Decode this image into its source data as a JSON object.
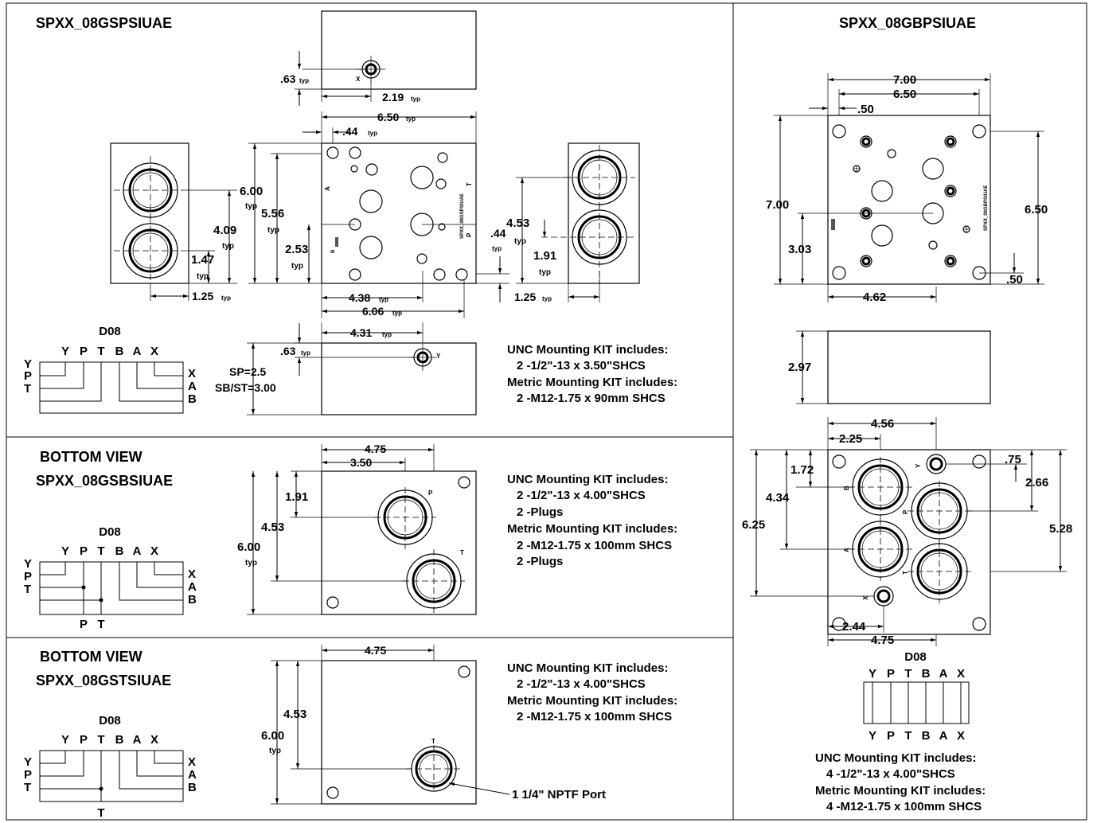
{
  "titles": {
    "top_left": "SPXX_08GSPSIUAE",
    "top_right": "SPXX_08GBPSIUAE",
    "mid_view": "BOTTOM VIEW",
    "mid_part": "SPXX_08GSBSIUAE",
    "bot_view": "BOTTOM VIEW",
    "bot_part": "SPXX_08GSTSIUAE"
  },
  "d08": {
    "label": "D08",
    "top_ports": [
      "Y",
      "P",
      "T",
      "B",
      "A",
      "X"
    ],
    "left_ports": [
      "Y",
      "P",
      "T"
    ],
    "right_ports": [
      "X",
      "A",
      "B"
    ],
    "bottom_mid": [
      "P",
      "T"
    ],
    "bottom_bot": [
      "T"
    ]
  },
  "dims": {
    "a_63typ": ".63",
    "a_219typ": "2.19",
    "a_650typ": "6.50",
    "a_44typ": ".44",
    "a_600typ": "6.00",
    "a_556typ": "5.56",
    "a_409typ": "4.09",
    "a_147typ": "1.47",
    "a_253typ": "2.53",
    "a_125typ_l": "1.25",
    "a_438typ": "4.38",
    "a_606typ": "6.06",
    "a_44typ_r": ".44",
    "a_453typ": "4.53",
    "a_191typ": "1.91",
    "a_125typ_r": "1.25",
    "a_431typ": "4.31",
    "a_63typ_b": ".63",
    "sp": "SP=2.5",
    "sbst": "SB/ST=3.00",
    "typ": "typ",
    "m_475": "4.75",
    "m_350": "3.50",
    "m_191": "1.91",
    "m_453": "4.53",
    "m_600": "6.00",
    "b_475": "4.75",
    "b_453": "4.53",
    "b_600": "6.00",
    "r_700w": "7.00",
    "r_650w": "6.50",
    "r_50": ".50",
    "r_700h": "7.00",
    "r_303": "3.03",
    "r_650h": "6.50",
    "r_50b": ".50",
    "r_462": "4.62",
    "r_297": "2.97",
    "r_456": "4.56",
    "r_225": "2.25",
    "r_172": "1.72",
    "r_434": "4.34",
    "r_625": "6.25",
    "r_75": ".75",
    "r_266": "2.66",
    "r_528": "5.28",
    "r_244": "2.44",
    "r_475": "4.75"
  },
  "plate_labels": {
    "x": "X",
    "y": "Y",
    "a": "A",
    "t": "T",
    "p": "P",
    "b": "B",
    "part_mark": "SPXX_08GSPSIUAE",
    "part_mark_r": "SPXX_08GBPSIUAE"
  },
  "kits": {
    "top": [
      "UNC Mounting KIT includes:",
      "2 -1/2\"-13 x 3.50\"SHCS",
      "Metric Mounting KIT includes:",
      "2 -M12-1.75 x 90mm SHCS"
    ],
    "mid": [
      "UNC Mounting KIT includes:",
      "2 -1/2\"-13 x 4.00\"SHCS",
      "2 -Plugs",
      "Metric Mounting KIT includes:",
      "2 -M12-1.75 x 100mm SHCS",
      "2 -Plugs"
    ],
    "bot": [
      "UNC Mounting KIT includes:",
      "2 -1/2\"-13 x 4.00\"SHCS",
      "Metric Mounting KIT includes:",
      "2 -M12-1.75 x 100mm SHCS"
    ],
    "right": [
      "UNC Mounting KIT includes:",
      "4 -1/2\"-13 x 4.00\"SHCS",
      "Metric Mounting KIT includes:",
      "4 -M12-1.75 x 100mm SHCS"
    ]
  },
  "port_note": "1 1/4\" NPTF Port"
}
